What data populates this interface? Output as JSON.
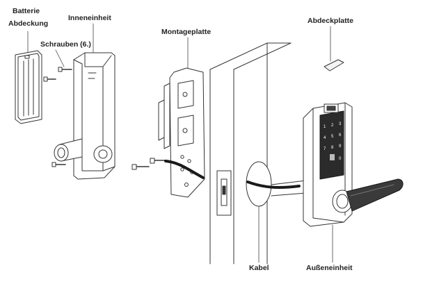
{
  "labels": {
    "battery_cover_line1": "Batterie",
    "battery_cover_line2": "Abdeckung",
    "screws": "Schrauben (6.)",
    "indoor_unit": "Inneneinheit",
    "mounting_plate": "Montageplatte",
    "cover_plate": "Abdeckplatte",
    "cable": "Kabel",
    "outdoor_unit": "Außeneinheit"
  },
  "keypad": {
    "keys": [
      "1",
      "2",
      "3",
      "4",
      "5",
      "6",
      "7",
      "8",
      "9",
      "0"
    ]
  },
  "colors": {
    "line": "#333333",
    "panel_dark": "#2b2b2b",
    "handle_dark": "#3a3a3a",
    "label_text": "#222222"
  }
}
